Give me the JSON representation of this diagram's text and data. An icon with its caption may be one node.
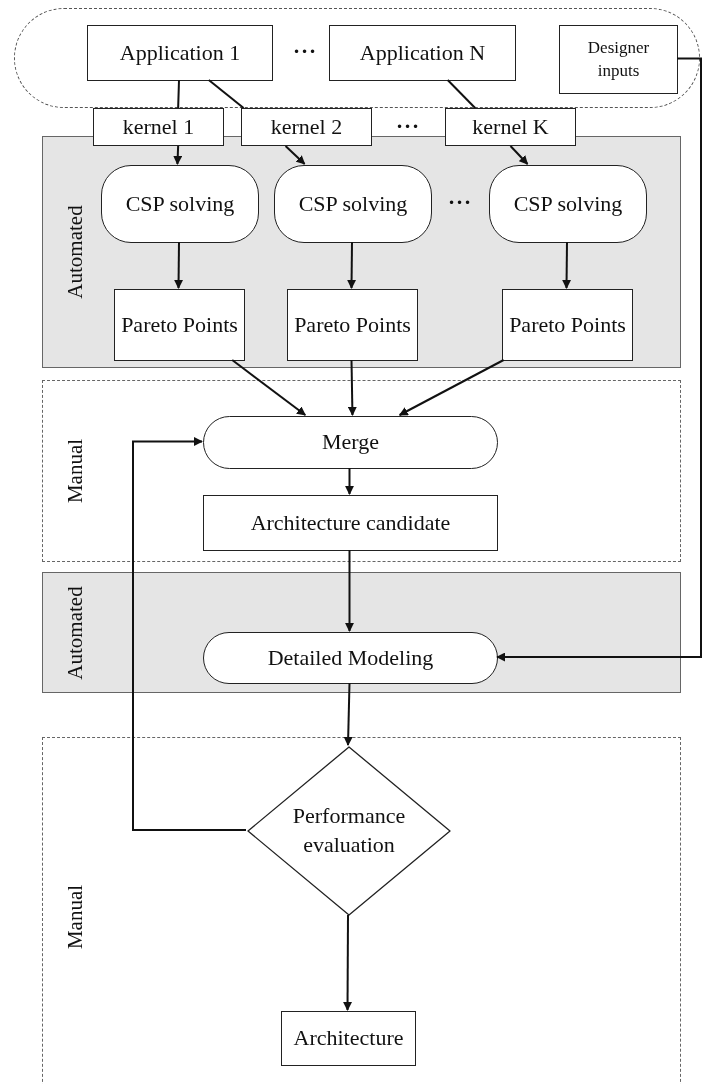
{
  "diagram": {
    "nodes": [
      {
        "text": [],
        "shape": "band"
      },
      {
        "text": [
          "Application 1"
        ],
        "in": 0
      },
      {
        "text": [
          "Application N"
        ],
        "in": 0
      },
      {
        "text": [
          "Designer inputs"
        ],
        "in": 0
      },
      {
        "text": [
          "kernel 1"
        ]
      },
      {
        "text": [
          "kernel 2"
        ]
      },
      {
        "text": [
          "kernel K"
        ]
      },
      {
        "text": [
          "Automated"
        ]
      },
      {
        "text": [
          "CSP solving"
        ],
        "in": 7
      },
      {
        "text": [
          "CSP solving"
        ],
        "in": 7
      },
      {
        "text": [
          "CSP solving"
        ],
        "in": 7
      },
      {
        "text": [
          "Pareto Points"
        ],
        "in": 7
      },
      {
        "text": [
          "Pareto Points"
        ],
        "in": 7
      },
      {
        "text": [
          "Pareto Points"
        ],
        "in": 7
      },
      {
        "text": [
          "Manual"
        ]
      },
      {
        "text": [
          "Merge"
        ],
        "in": 14
      },
      {
        "text": [
          "Architecture candidate"
        ],
        "in": 14
      },
      {
        "text": [
          "Automated"
        ]
      },
      {
        "text": [
          "Detailed Modeling"
        ],
        "in": 17
      },
      {
        "text": [
          "Manual"
        ]
      },
      {
        "text": [
          "Performance evaluation"
        ],
        "in": 19
      },
      {
        "text": [
          "Architecture"
        ],
        "in": 19
      }
    ],
    "edges": [
      {
        "from": 1,
        "to": 4,
        "arrow": "none"
      },
      {
        "from": 1,
        "to": 5,
        "arrow": "none"
      },
      {
        "from": 2,
        "to": 6,
        "arrow": "none"
      },
      {
        "from": 4,
        "to": 8,
        "arrow": "to"
      },
      {
        "from": 5,
        "to": 9,
        "arrow": "to"
      },
      {
        "from": 6,
        "to": 10,
        "arrow": "to"
      },
      {
        "from": 8,
        "to": 11,
        "arrow": "to"
      },
      {
        "from": 9,
        "to": 12,
        "arrow": "to"
      },
      {
        "from": 10,
        "to": 13,
        "arrow": "to"
      },
      {
        "from": 11,
        "to": 15,
        "arrow": "to"
      },
      {
        "from": 12,
        "to": 15,
        "arrow": "to"
      },
      {
        "from": 13,
        "to": 15,
        "arrow": "to"
      },
      {
        "from": 15,
        "to": 16,
        "arrow": "to"
      },
      {
        "from": 16,
        "to": 18,
        "arrow": "to"
      },
      {
        "from": 3,
        "to": 18,
        "arrow": "to"
      },
      {
        "from": 18,
        "to": 20,
        "arrow": "to"
      },
      {
        "from": 20,
        "to": 15,
        "arrow": "to"
      },
      {
        "from": 20,
        "to": 21,
        "arrow": "to"
      }
    ],
    "labels": [
      "•••",
      "•••",
      "•••"
    ]
  }
}
